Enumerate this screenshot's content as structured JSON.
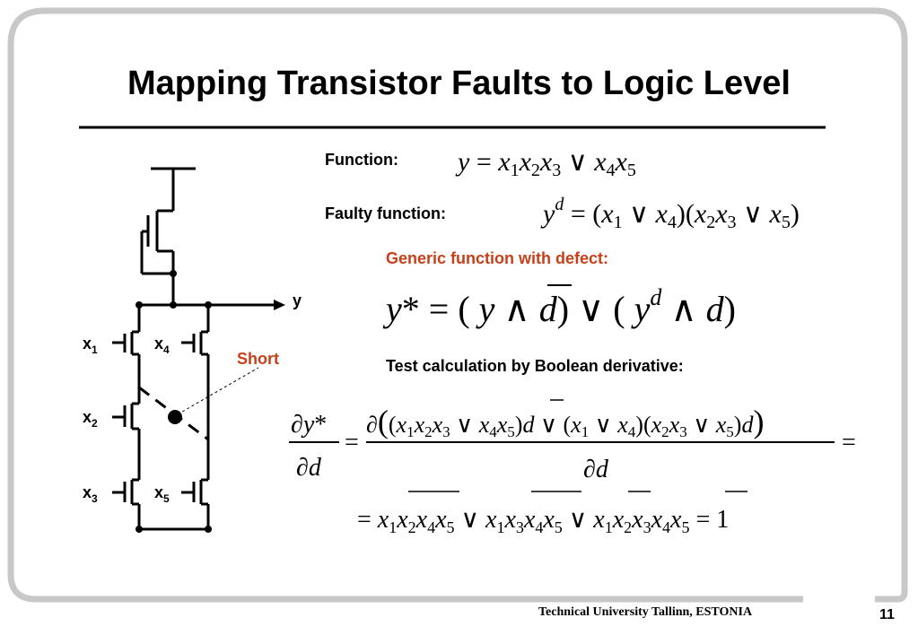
{
  "slide": {
    "title": "Mapping Transistor Faults to Logic Level",
    "footer": "Technical University Tallinn, ESTONIA",
    "page_number": "11"
  },
  "labels": {
    "function": "Function:",
    "faulty_function": "Faulty function:",
    "generic": "Generic function with defect:",
    "test_calc": "Test calculation by Boolean derivative:",
    "short": "Short",
    "output_y": "y",
    "inputs": [
      {
        "name": "x",
        "sub": "1"
      },
      {
        "name": "x",
        "sub": "4"
      },
      {
        "name": "x",
        "sub": "2"
      },
      {
        "name": "x",
        "sub": "3"
      },
      {
        "name": "x",
        "sub": "5"
      }
    ]
  },
  "equations": {
    "function": "y = x1x2x3 ∨ x4x5",
    "faulty": "y^d = (x1 ∨ x4)(x2x3 ∨ x5)",
    "generic": "y* = (y ∧ d̄) ∨ (y^d ∧ d)",
    "derivative": "∂y*/∂d = ∂((x1x2x3 ∨ x4x5)d̄ ∨ (x1 ∨ x4)(x2x3 ∨ x5)d)/∂d =",
    "result": "= x1 x̄2 x̄4 x5 ∨ x1 x̄3 x̄4 x5 ∨ x̄1 x2 x3 x4 x̄5 = 1"
  }
}
